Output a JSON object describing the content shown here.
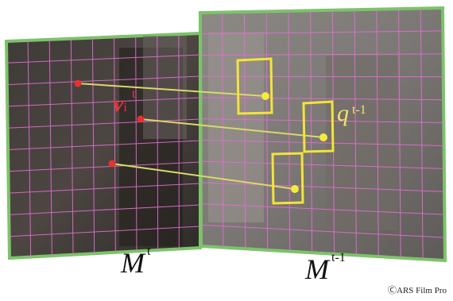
{
  "frames": {
    "current": {
      "symbol": "M",
      "superscript": "t"
    },
    "previous": {
      "symbol": "M",
      "superscript": "t-1"
    }
  },
  "vertex_label": {
    "symbol": "v",
    "subscript": "i",
    "superscript": "t"
  },
  "match_label": {
    "symbol": "q",
    "superscript": "t-1"
  },
  "credit": "ⒸARS Film Pro",
  "colors": {
    "frame_border": "#7cc36a",
    "grid": "#e070d0",
    "vertex": "#e83030",
    "match_box": "#f3e33a",
    "link_line": "#d9d96a"
  }
}
